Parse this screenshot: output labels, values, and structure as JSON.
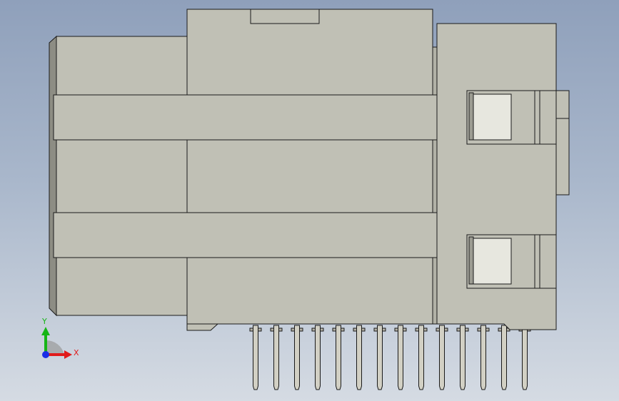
{
  "viewport": {
    "model": "connector-front-view",
    "colors": {
      "body_fill": "#c0c0b5",
      "body_stroke": "#1a1a1a",
      "side_shade": "#8d8d84",
      "window_fill": "#e7e7df",
      "pin_fill": "#d2d0c4",
      "axis_x": "#e01b1b",
      "axis_y": "#16b516",
      "axis_z": "#1a2ee6"
    },
    "pin_count": 14
  },
  "triad": {
    "x_label": "X",
    "y_label": "Y",
    "x_icon": "x-axis-arrow-icon",
    "y_icon": "y-axis-arrow-icon",
    "z_icon": "z-axis-dot-icon"
  }
}
